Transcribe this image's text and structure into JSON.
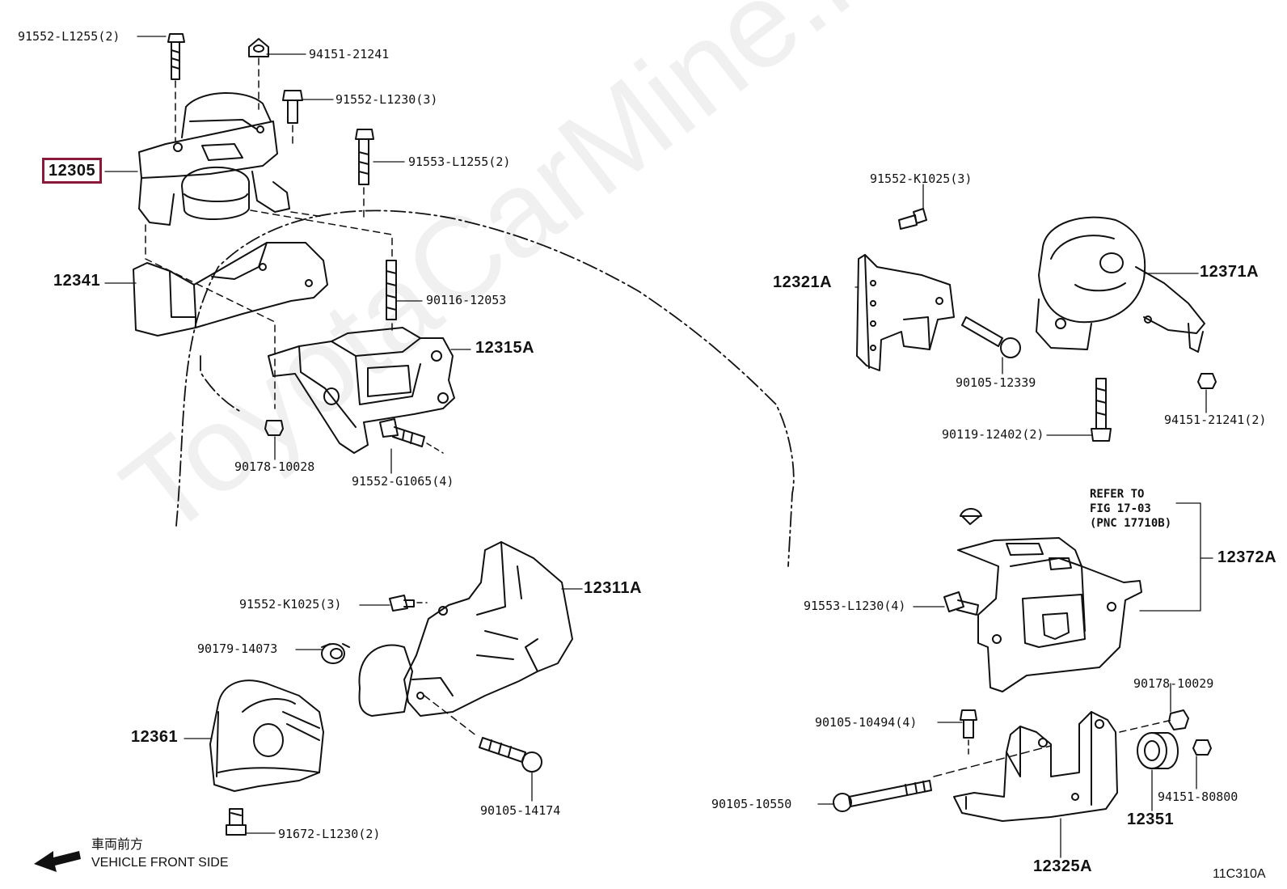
{
  "watermark": "ToyotaCarMine.ru",
  "highlight_color": "#8b1a3a",
  "diagram_code": "11C310A",
  "direction": {
    "jp": "車両前方",
    "en": "VEHICLE FRONT SIDE"
  },
  "refer_note": {
    "line1": "REFER TO",
    "line2": "FIG 17-03",
    "line3": "(PNC 17710B)"
  },
  "labels": {
    "p91552_l1255": "91552-L1255(2)",
    "p94151_21241a": "94151-21241",
    "p91552_l1230": "91552-L1230(3)",
    "p91553_l1255": "91553-L1255(2)",
    "p12305": "12305",
    "p12341": "12341",
    "p90116_12053": "90116-12053",
    "p12315a": "12315A",
    "p90178_10028": "90178-10028",
    "p91552_g1065": "91552-G1065(4)",
    "p91552_k1025a": "91552-K1025(3)",
    "p12321a": "12321A",
    "p12371a": "12371A",
    "p90105_12339": "90105-12339",
    "p90119_12402": "90119-12402(2)",
    "p94151_21241b": "94151-21241(2)",
    "p12372a": "12372A",
    "p91553_l1230": "91553-L1230(4)",
    "p12311a": "12311A",
    "p91552_k1025b": "91552-K1025(3)",
    "p90179_14073": "90179-14073",
    "p12361": "12361",
    "p90105_14174": "90105-14174",
    "p91672_l1230": "91672-L1230(2)",
    "p90178_10029": "90178-10029",
    "p90105_10494": "90105-10494(4)",
    "p94151_80800": "94151-80800",
    "p90105_10550": "90105-10550",
    "p12351": "12351",
    "p12325a": "12325A"
  }
}
